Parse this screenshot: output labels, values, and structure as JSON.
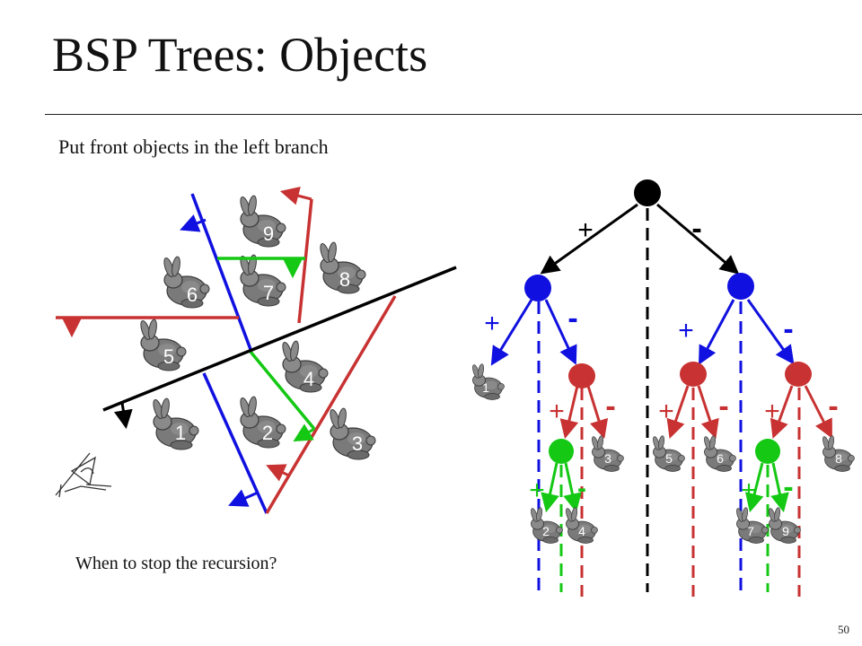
{
  "slide": {
    "title": "BSP Trees: Objects",
    "subtitle": "Put front objects in the left branch",
    "question": "When to stop the recursion?",
    "page_number": "50"
  },
  "colors": {
    "black": "#000000",
    "blue": "#1010e0",
    "red": "#c83232",
    "green": "#14c814",
    "bunny": "#7a7a7a"
  },
  "scene_bunnies": [
    "1",
    "2",
    "3",
    "4",
    "5",
    "6",
    "7",
    "8",
    "9"
  ],
  "tree": {
    "root_signs": {
      "plus": "+",
      "minus": "-"
    },
    "left_blue_signs": {
      "plus": "+",
      "minus": "-"
    },
    "right_blue_signs": {
      "plus": "+",
      "minus": "-"
    },
    "red_a_signs": {
      "plus": "+",
      "minus": "-"
    },
    "red_b_signs": {
      "plus": "+",
      "minus": "-"
    },
    "red_c_signs": {
      "plus": "+",
      "minus": "-"
    },
    "green_a_signs": {
      "plus": "+",
      "minus": "-"
    },
    "green_b_signs": {
      "plus": "+",
      "minus": "-"
    },
    "leaves": [
      "1",
      "3",
      "5",
      "6",
      "8",
      "2",
      "4",
      "7",
      "9"
    ]
  },
  "icons": {
    "eye": "eye-icon",
    "bunny": "bunny-icon"
  }
}
